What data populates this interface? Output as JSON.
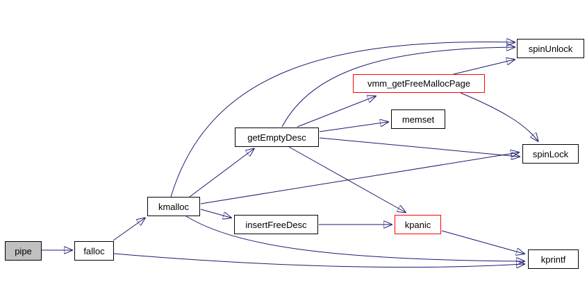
{
  "diagram": {
    "kind": "call-graph",
    "edge_color": "#191970",
    "node_border_color": "#000000",
    "highlighted_node_border_color": "#ff0000",
    "root_node_fill": "#c0c0c0",
    "node_fill": "#ffffff",
    "nodes": {
      "pipe": {
        "label": "pipe",
        "style": "root"
      },
      "falloc": {
        "label": "falloc",
        "style": "normal"
      },
      "kmalloc": {
        "label": "kmalloc",
        "style": "normal"
      },
      "getEmptyDesc": {
        "label": "getEmptyDesc",
        "style": "normal"
      },
      "insertFreeDesc": {
        "label": "insertFreeDesc",
        "style": "normal"
      },
      "vmm_getFreeMallocPage": {
        "label": "vmm_getFreeMallocPage",
        "style": "highlighted"
      },
      "memset": {
        "label": "memset",
        "style": "normal"
      },
      "spinUnlock": {
        "label": "spinUnlock",
        "style": "normal"
      },
      "spinLock": {
        "label": "spinLock",
        "style": "normal"
      },
      "kpanic": {
        "label": "kpanic",
        "style": "highlighted"
      },
      "kprintf": {
        "label": "kprintf",
        "style": "normal"
      }
    },
    "edges": [
      {
        "from": "pipe",
        "to": "falloc"
      },
      {
        "from": "falloc",
        "to": "kmalloc"
      },
      {
        "from": "falloc",
        "to": "kprintf"
      },
      {
        "from": "kmalloc",
        "to": "getEmptyDesc"
      },
      {
        "from": "kmalloc",
        "to": "spinUnlock"
      },
      {
        "from": "kmalloc",
        "to": "spinLock"
      },
      {
        "from": "kmalloc",
        "to": "insertFreeDesc"
      },
      {
        "from": "kmalloc",
        "to": "kprintf"
      },
      {
        "from": "getEmptyDesc",
        "to": "vmm_getFreeMallocPage"
      },
      {
        "from": "getEmptyDesc",
        "to": "memset"
      },
      {
        "from": "getEmptyDesc",
        "to": "spinUnlock"
      },
      {
        "from": "getEmptyDesc",
        "to": "spinLock"
      },
      {
        "from": "getEmptyDesc",
        "to": "kpanic"
      },
      {
        "from": "insertFreeDesc",
        "to": "kpanic"
      },
      {
        "from": "vmm_getFreeMallocPage",
        "to": "spinUnlock"
      },
      {
        "from": "vmm_getFreeMallocPage",
        "to": "spinLock"
      },
      {
        "from": "kpanic",
        "to": "kprintf"
      }
    ]
  }
}
